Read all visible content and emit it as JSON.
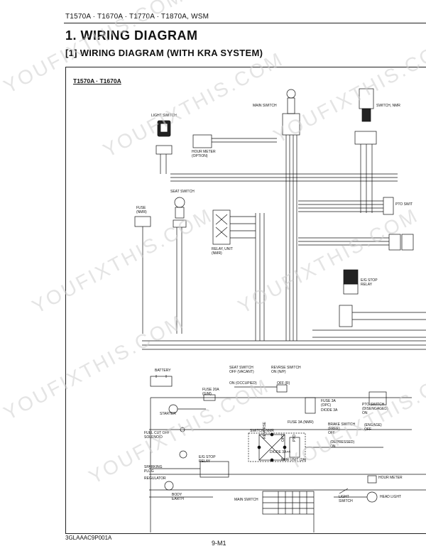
{
  "header": {
    "models": "T1570A · T1670A · T1770A · T1870A, WSM"
  },
  "section": {
    "title": "1. WIRING DIAGRAM",
    "subtitle": "[1] WIRING DIAGRAM (WITH KRA SYSTEM)"
  },
  "diagram": {
    "model_label": "T1570A · T1670A"
  },
  "labels": {
    "light_switch": "LIGHT SWITCH",
    "hour_meter_opt": "HOUR METER\n(OPTION)",
    "main_switch_top": "MAIN SWITCH",
    "switch_nmr": "SWITCH, NMR",
    "seat_switch": "SEAT SWITCH",
    "fuse_nmr": "FUSE\n(NMR)",
    "relay_unit": "RELAY, UNIT\n(NMR)",
    "pto_switch_top": "PTO SWIT",
    "eg_stop_relay": "E/G STOP\nRELAY",
    "battery": "BATTERY",
    "seat_switch_off": "SEAT SWITCH\nOFF (VACANT)",
    "on_occupied": "ON (OCCUPIED)",
    "reverse_switch": "REVRSE SWITCH\nON (N/P)",
    "off_r": "OFF (R)",
    "fuse_20a": "FUSE 20A\n(G/M)",
    "starter": "STARTER",
    "fuse_3a_opc": "FUSE 3A\n(OPC)",
    "diode_3a": "DIODE 3A",
    "pto_switch_bottom": "PTO SWITCH\n(DISENGAGED)\nON",
    "fuel_cut_off": "FUEL CUT OFF\nSOLENOID",
    "switch_nmr_bottom": "SWITCH, NMR",
    "fuse_3a_nmr": "FUSE 3A (NMR)",
    "brake_switch": "BRAKE SWITCH\n(FREE)\nOFF",
    "engage": "(ENGAGE)\nOFF",
    "depressed": "(DEPRESSED)\nON",
    "diode_3ax4": "DIODE 3A×4",
    "nmr_unit": "NMR UNIT (2A)",
    "eg_stop_relay_bottom": "E/G STOP\nRELAY",
    "sparking_plug": "SPARKING\nPLUG",
    "regulator": "REGULATOR",
    "body_earth": "BODY\nEARTH",
    "main_switch_bottom": "MAIN SWITCH",
    "light_switch_bottom": "LIGHT\nSWITCH",
    "hour_meter": "HOUR METER",
    "head_light": "HEAD LIGHT",
    "reverse_label": "REVERSE",
    "opc_label": "OPC",
    "pto_label": "PTO"
  },
  "footer": {
    "code": "3GLAAAC9P001A",
    "page": "9-M1"
  },
  "watermark": {
    "text": "YOUFIXTHIS.COM"
  },
  "colors": {
    "ink": "#111111",
    "watermark": "#cfcfcf"
  }
}
